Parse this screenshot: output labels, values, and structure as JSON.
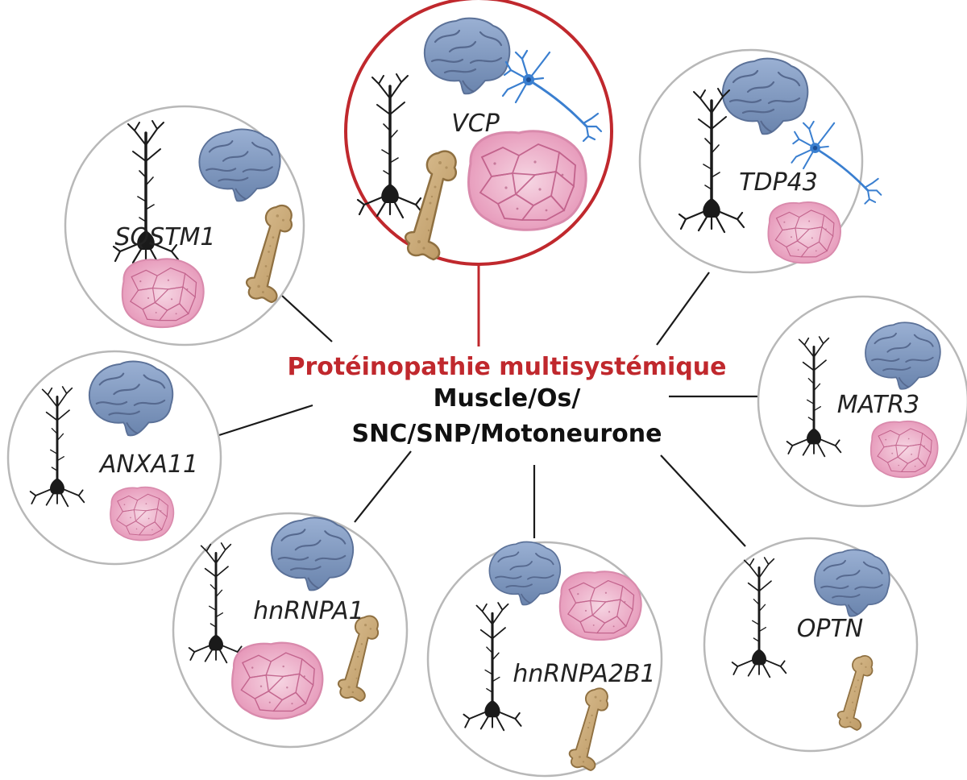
{
  "center": {
    "title": "Protéinopathie multisystémique",
    "line2": "Muscle/Os/",
    "line3": "SNC/SNP/Motoneurone"
  },
  "genes": [
    {
      "id": "vcp",
      "label": "VCP",
      "highlighted": true,
      "icons": [
        "brain-icon",
        "motor-neuron-icon",
        "neuron-icon",
        "bone-icon",
        "muscle-tissue-icon"
      ]
    },
    {
      "id": "tdp43",
      "label": "TDP43",
      "highlighted": false,
      "icons": [
        "brain-icon",
        "motor-neuron-icon",
        "neuron-icon",
        "muscle-tissue-icon"
      ]
    },
    {
      "id": "sqstm1",
      "label": "SQSTM1",
      "highlighted": false,
      "icons": [
        "brain-icon",
        "motor-neuron-icon",
        "bone-icon",
        "muscle-tissue-icon"
      ]
    },
    {
      "id": "matr3",
      "label": "MATR3",
      "highlighted": false,
      "icons": [
        "brain-icon",
        "motor-neuron-icon",
        "muscle-tissue-icon"
      ]
    },
    {
      "id": "anxa11",
      "label": "ANXA11",
      "highlighted": false,
      "icons": [
        "brain-icon",
        "motor-neuron-icon",
        "muscle-tissue-icon"
      ]
    },
    {
      "id": "hnrnpa1",
      "label": "hnRNPA1",
      "highlighted": false,
      "icons": [
        "brain-icon",
        "motor-neuron-icon",
        "muscle-tissue-icon",
        "bone-icon"
      ]
    },
    {
      "id": "hnrnpa2b1",
      "label": "hnRNPA2B1",
      "highlighted": false,
      "icons": [
        "brain-icon",
        "motor-neuron-icon",
        "muscle-tissue-icon",
        "bone-icon"
      ]
    },
    {
      "id": "optn",
      "label": "OPTN",
      "highlighted": false,
      "icons": [
        "brain-icon",
        "motor-neuron-icon",
        "bone-icon"
      ]
    }
  ],
  "colors": {
    "highlight": "#c0282d",
    "circle_border": "#b8b8b8",
    "connector": "#1a1a1a",
    "brain": "#7f97bd",
    "bone": "#c9a978",
    "muscle": "#e7a3c0",
    "neuron_blue": "#3a7fd0"
  }
}
